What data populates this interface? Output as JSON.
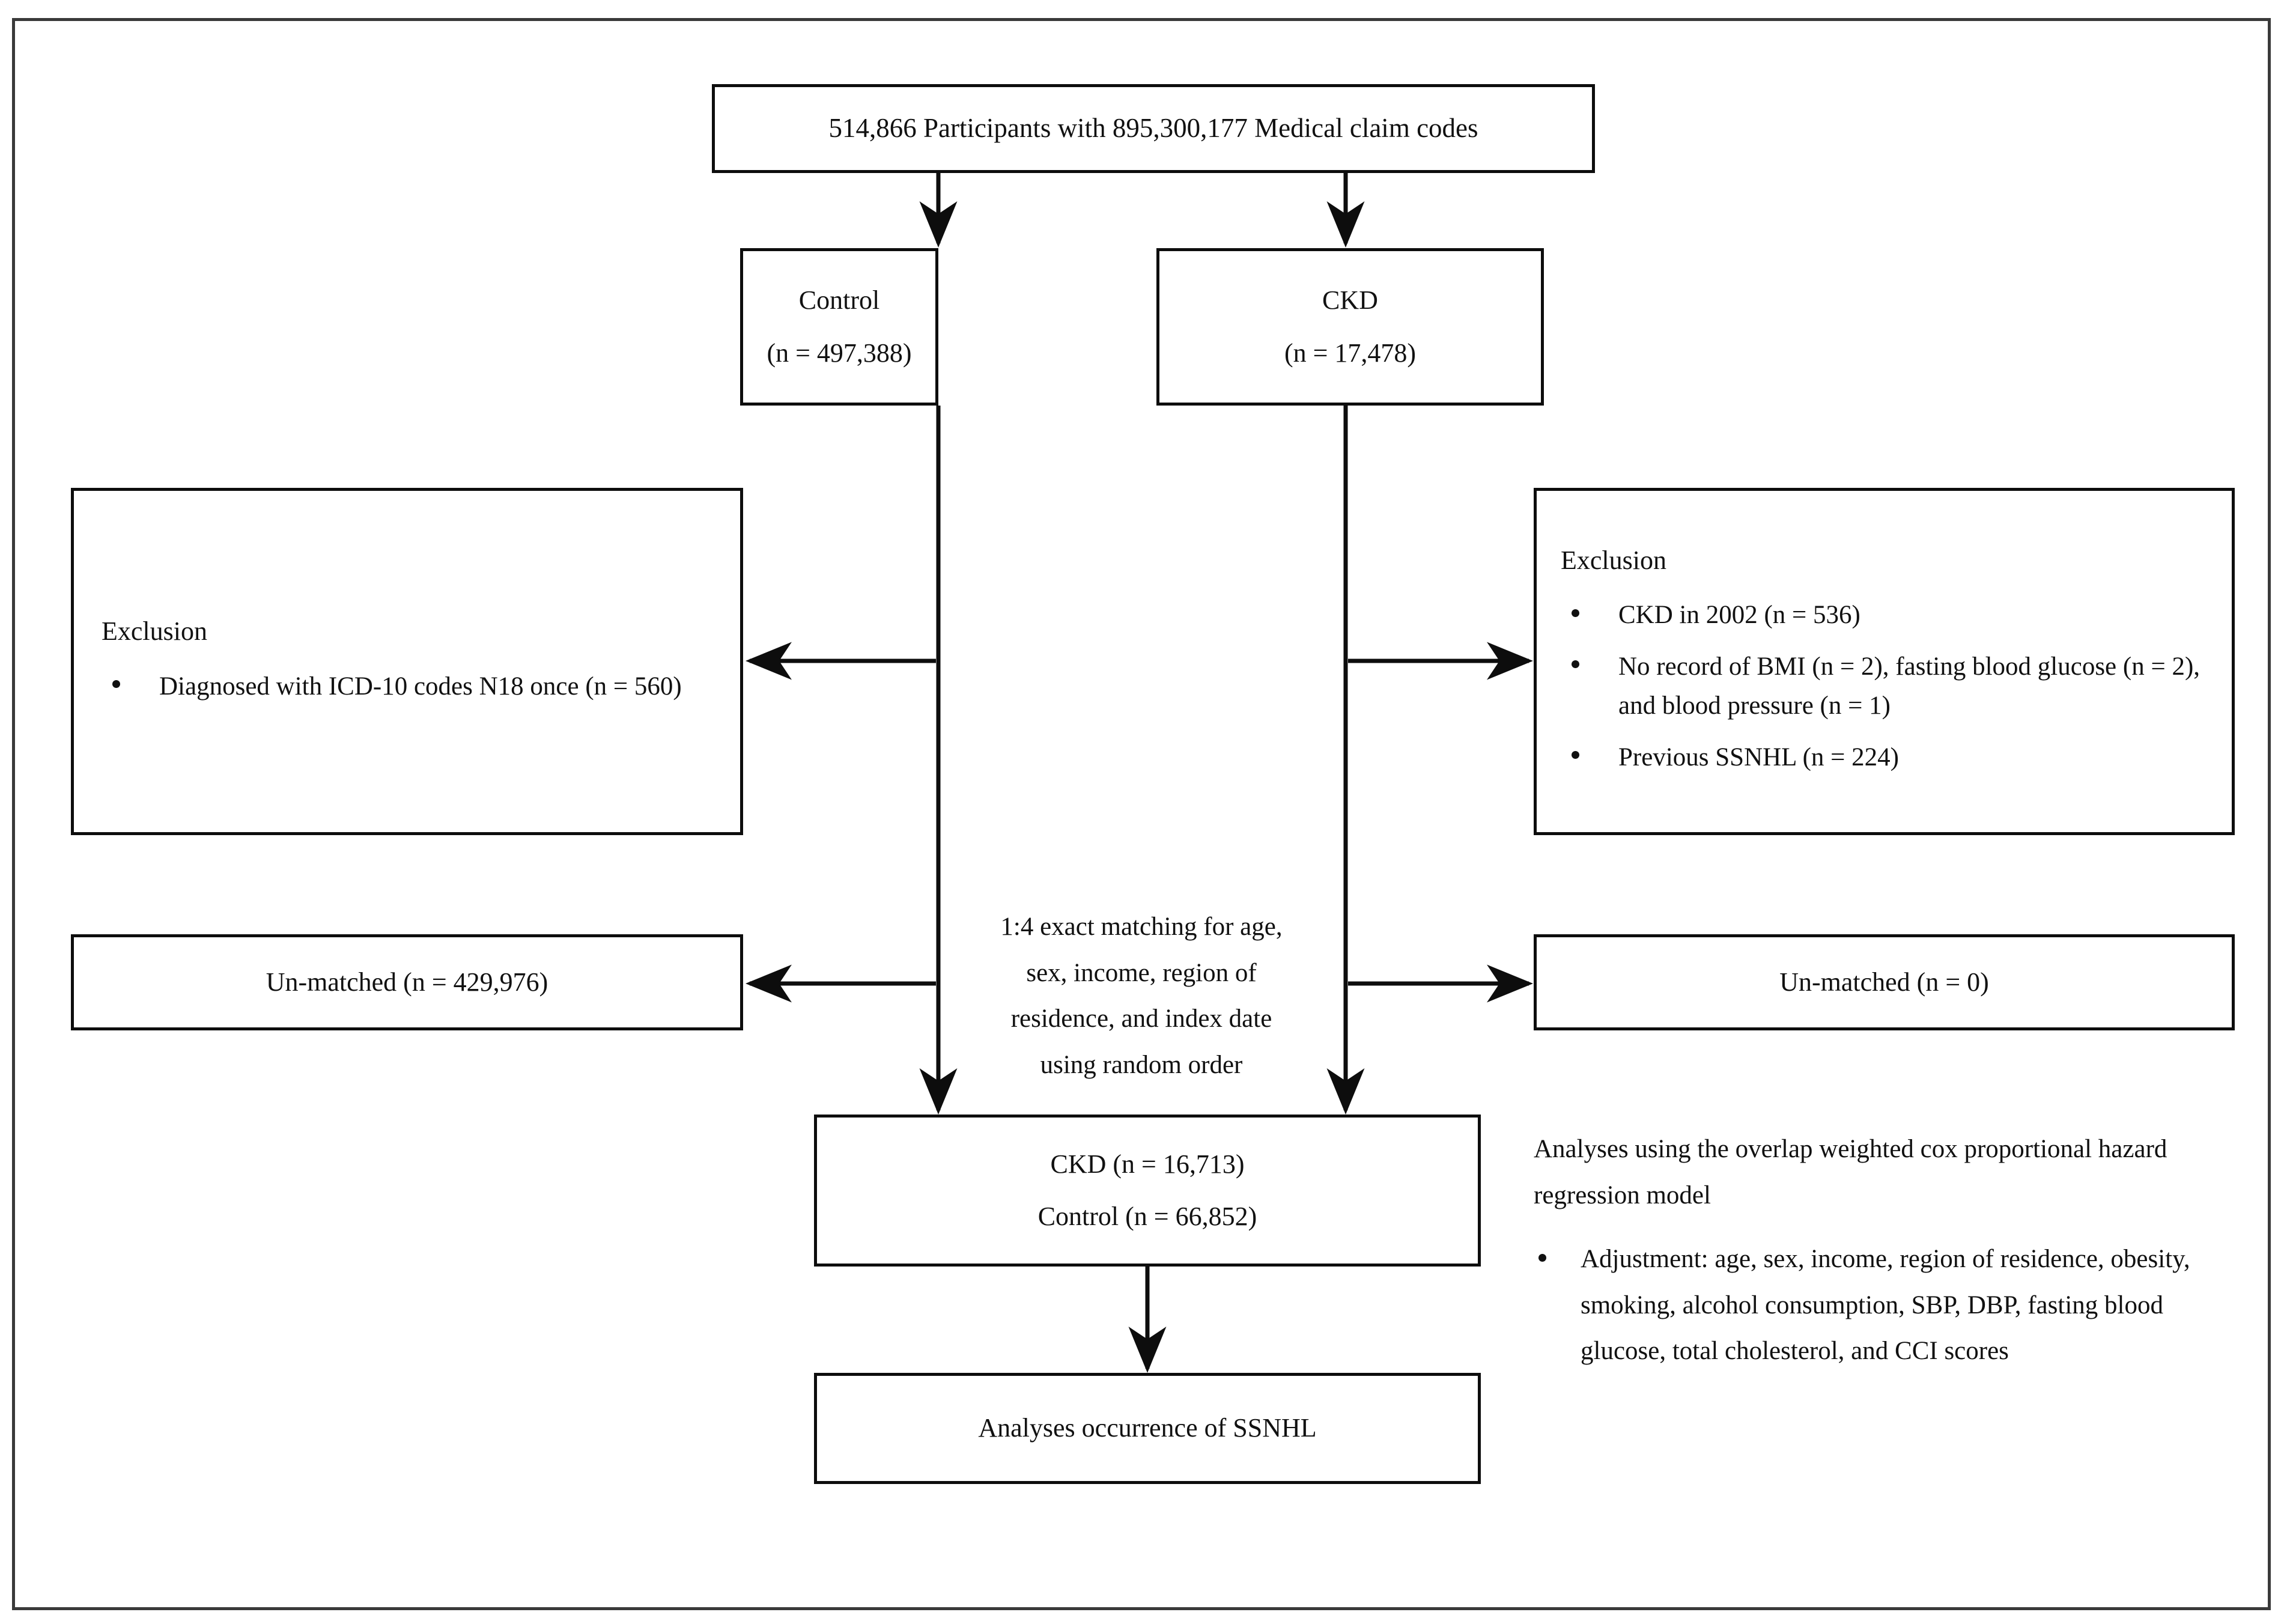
{
  "diagram": {
    "title_text": "514,866 Participants with 895,300,177 Medical claim codes",
    "nodes": {
      "total": {
        "label": "514,866 Participants with 895,300,177 Medical claim codes"
      },
      "control": {
        "label": "Control",
        "count": "(n =  497,388)"
      },
      "ckd": {
        "label": "CKD",
        "count": "(n = 17,478)"
      },
      "exclusion_control": {
        "title": "Exclusion",
        "items": [
          "Diagnosed with ICD-10 codes  N18 once (n = 560)"
        ]
      },
      "exclusion_ckd": {
        "title": "Exclusion",
        "items": [
          "CKD in 2002 (n = 536)",
          "No record of BMI (n = 2), fasting blood glucose (n = 2), and blood pressure (n = 1)",
          "Previous SSNHL (n = 224)"
        ]
      },
      "unmatched_control": {
        "label": "Un-matched (n =  429,976)"
      },
      "unmatched_ckd": {
        "label": "Un-matched (n = 0)"
      },
      "matching_note": {
        "line1": "1:4 exact matching for age,",
        "line2": "sex, income, region of",
        "line3": "residence, and index date",
        "line4": "using random order"
      },
      "matched": {
        "ckd_line": "CKD (n = 16,713)",
        "control_line": "Control (n = 66,852)"
      },
      "analyses_note": {
        "heading": "Analyses using the overlap weighted cox proportional hazard regression model",
        "items": [
          "Adjustment:  age, sex, income, region of residence, obesity, smoking, alcohol consumption, SBP, DBP, fasting blood glucose, total cholesterol, and CCI scores"
        ]
      },
      "outcome": {
        "label": "Analyses occurrence of SSNHL"
      }
    },
    "colors": {
      "box_border": "#0d0d0d",
      "frame_border": "#3a3a3a",
      "text": "#111111",
      "background": "#ffffff"
    }
  }
}
